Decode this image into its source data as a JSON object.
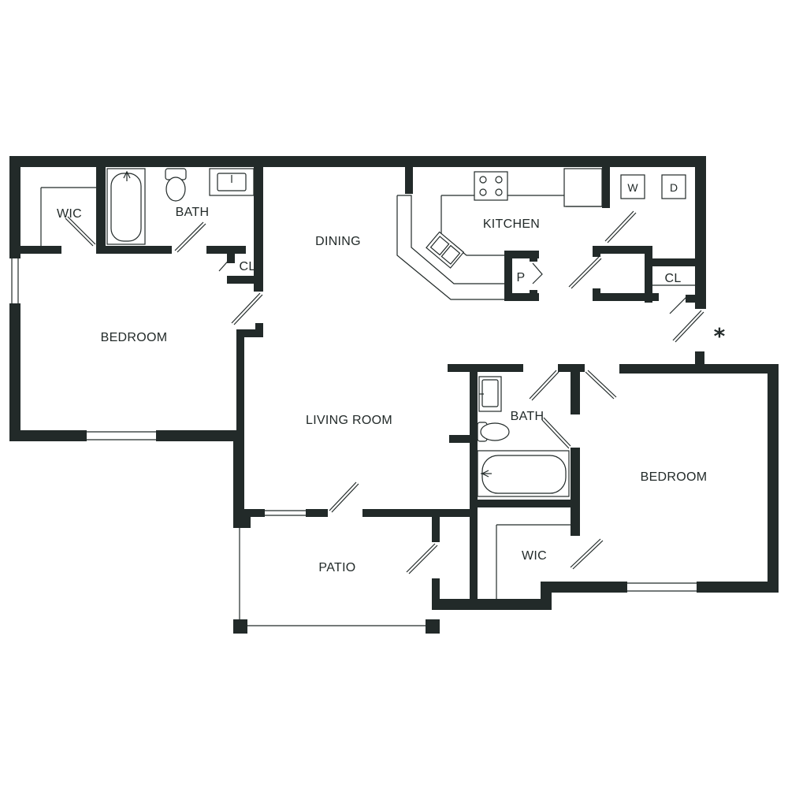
{
  "rooms": {
    "wic_left": "WIC",
    "bath_left": "BATH",
    "closet_left": "CL",
    "bedroom_left": "BEDROOM",
    "dining": "DINING",
    "kitchen": "KITCHEN",
    "pantry": "P",
    "washer": "W",
    "dryer": "D",
    "closet_right": "CL",
    "living_room": "LIVING ROOM",
    "bath_right": "BATH",
    "bedroom_right": "BEDROOM",
    "patio": "PATIO",
    "wic_right": "WIC"
  },
  "marker": "*",
  "colors": {
    "wall": "#222a29",
    "background": "#ffffff"
  }
}
